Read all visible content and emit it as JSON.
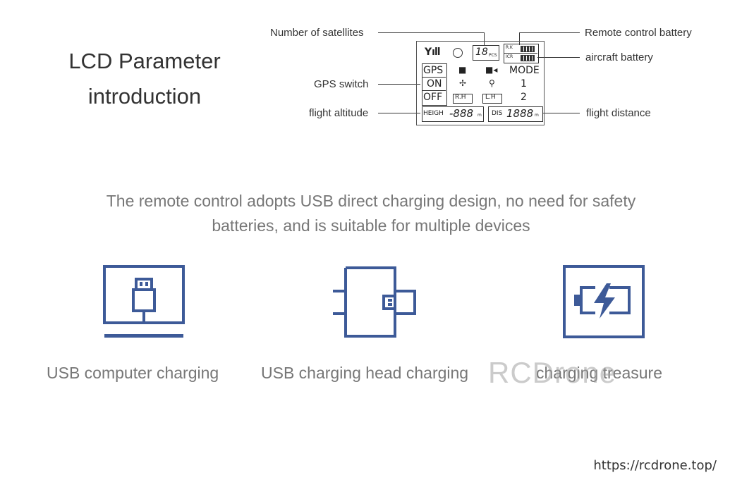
{
  "title": {
    "line1": "LCD Parameter",
    "line2": "introduction"
  },
  "callouts": {
    "satellites": "Number of satellites",
    "rc_battery": "Remote control battery",
    "aircraft_battery": "aircraft battery",
    "gps_switch": "GPS switch",
    "altitude": "flight altitude",
    "distance": "flight distance"
  },
  "lcd": {
    "sat_count": "18",
    "sat_unit": "PCS",
    "rc_tag": "R.K",
    "ac_tag": "ICR",
    "gps": "GPS",
    "on": "ON",
    "off": "OFF",
    "mode": "MODE",
    "mode1": "1",
    "mode2": "2",
    "rh": "R.H",
    "lh": "L.H",
    "heigh_label": "HEIGH",
    "heigh_value": "-888",
    "heigh_unit": "m",
    "dis_label": "DIS",
    "dis_value": "1888",
    "dis_unit": "m"
  },
  "description": {
    "line1": "The remote control adopts USB direct charging design, no need for safety",
    "line2": "batteries, and is suitable for multiple devices"
  },
  "charging": [
    {
      "label": "USB computer charging",
      "icon": "usb-computer-icon"
    },
    {
      "label": "USB charging head charging",
      "icon": "usb-charging-head-icon"
    },
    {
      "label": "charging treasure",
      "icon": "power-bank-icon"
    }
  ],
  "watermark": "RCDrone",
  "url": "https://rcdrone.top/",
  "colors": {
    "icon_blue": "#3d5a98",
    "text_gray": "#777777"
  }
}
